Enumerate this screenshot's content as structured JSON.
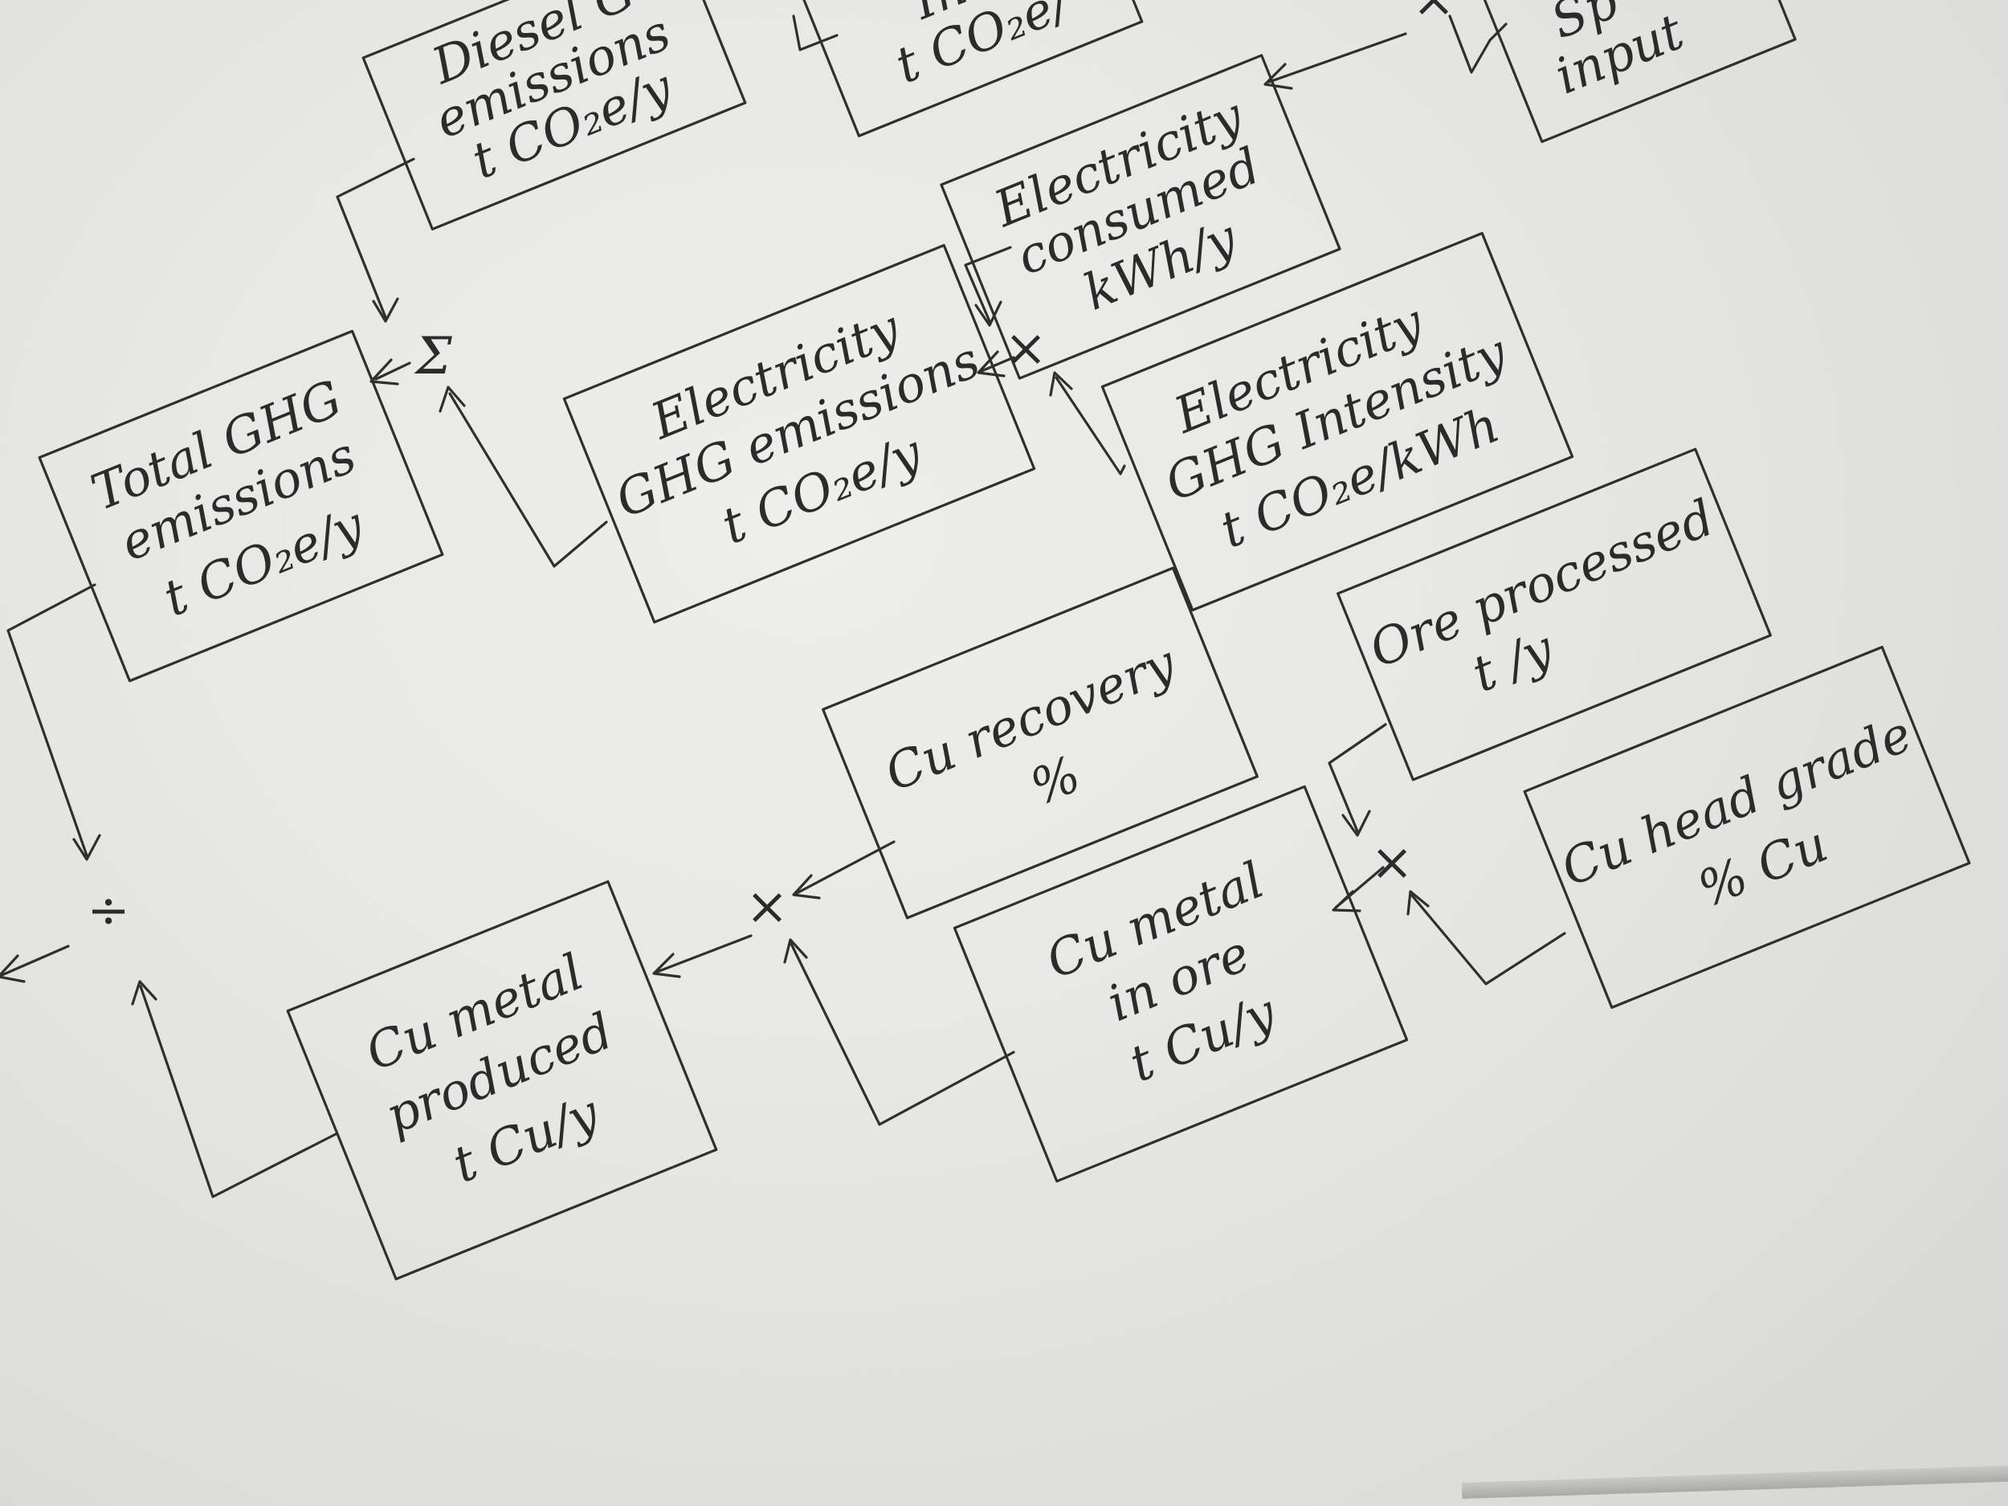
{
  "boxes": {
    "diesel_ghg": {
      "lines": [
        "Diesel G",
        "emissions",
        "t CO₂e/y"
      ]
    },
    "intensity_top": {
      "lines": [
        "Inte",
        "t CO₂e/"
      ]
    },
    "sp_input": {
      "lines": [
        "Sp",
        "input"
      ]
    },
    "electricity_consumed": {
      "lines": [
        "Electricity",
        "consumed",
        "kWh/y"
      ]
    },
    "total_ghg": {
      "lines": [
        "Total GHG",
        "emissions",
        "t CO₂e/y"
      ]
    },
    "electricity_ghg": {
      "lines": [
        "Electricity",
        "GHG emissions",
        "t CO₂e/y"
      ]
    },
    "electricity_intensity": {
      "lines": [
        "Electricity",
        "GHG Intensity",
        "t CO₂e/kWh"
      ]
    },
    "ore_processed": {
      "lines": [
        "Ore processed",
        "t /y"
      ]
    },
    "cu_recovery": {
      "lines": [
        "Cu recovery",
        "%"
      ]
    },
    "cu_head_grade": {
      "lines": [
        "Cu head grade",
        "% Cu"
      ]
    },
    "cu_metal_in_ore": {
      "lines": [
        "Cu metal",
        "in ore",
        "t Cu/y"
      ]
    },
    "cu_metal_produced": {
      "lines": [
        "Cu metal",
        "produced",
        "t Cu/y"
      ]
    }
  },
  "operators": {
    "sum": "Σ",
    "multiply_top": "×",
    "multiply_elec": "×",
    "multiply_ore": "×",
    "multiply_recovery": "×",
    "divide": "÷"
  }
}
